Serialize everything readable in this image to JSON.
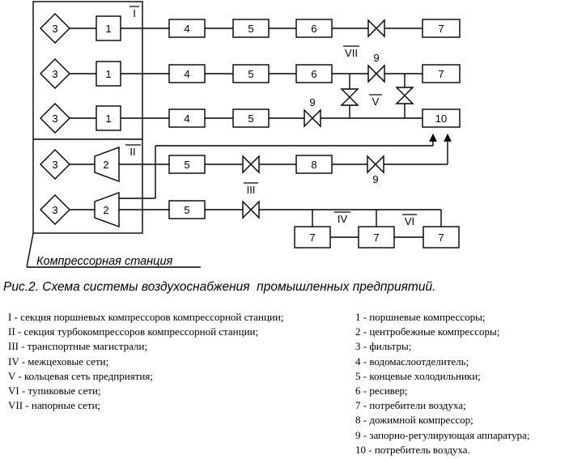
{
  "station_label": "Компрессорная станция",
  "section_labels": {
    "s1": "I",
    "s2": "II",
    "s3": "III",
    "s4": "IV",
    "s5": "V",
    "s6": "VI",
    "s7": "VII"
  },
  "component_labels": {
    "filter": "3",
    "piston_compressor": "1",
    "turbo_compressor": "2",
    "separator": "4",
    "cooler": "5",
    "receiver": "6",
    "consumer": "7",
    "booster": "8",
    "valve": "9",
    "consumer_10": "10"
  },
  "caption": "Рис.2. Схема системы воздухоснабжения  промышленных предприятий.",
  "legend_left": [
    "I - секция поршневых компрессоров компрессорной станции;",
    "II - секция турбокомпрессоров компрессорной станции;",
    "III - транспортные магистрали;",
    "IV - межцеховые сети;",
    "V - кольцевая сеть предприятия;",
    "VI - тупиковые сети;",
    "VII - напорные сети;"
  ],
  "legend_right": [
    "1 - поршневые компрессоры;",
    "2 - центробежные компрессоры;",
    "3 - фильтры;",
    "4 - водомаслоотделитель;",
    "5 - концевые холодильники;",
    "6 - ресивер;",
    "7 - потребители воздуха;",
    "8 - дожимной компрессор;",
    "9 - запорно-регулирующая аппаратура;",
    "10 - потребитель воздуха."
  ]
}
